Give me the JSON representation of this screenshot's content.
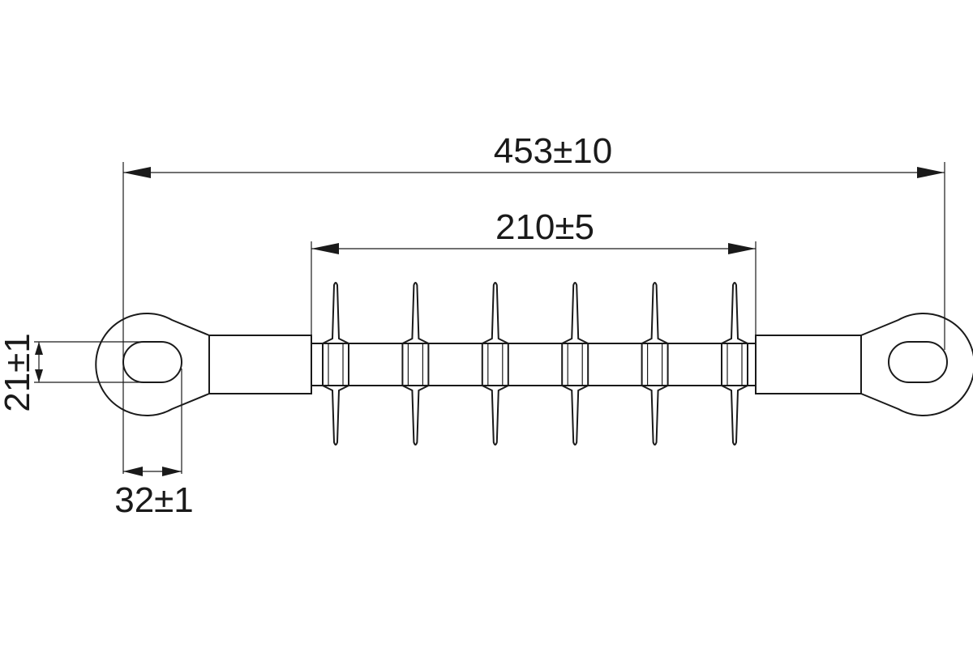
{
  "dimensions": {
    "overall_length": "453±10",
    "shed_span": "210±5",
    "eye_height": "21±1",
    "eye_width": "32±1"
  },
  "shed_count": 6
}
